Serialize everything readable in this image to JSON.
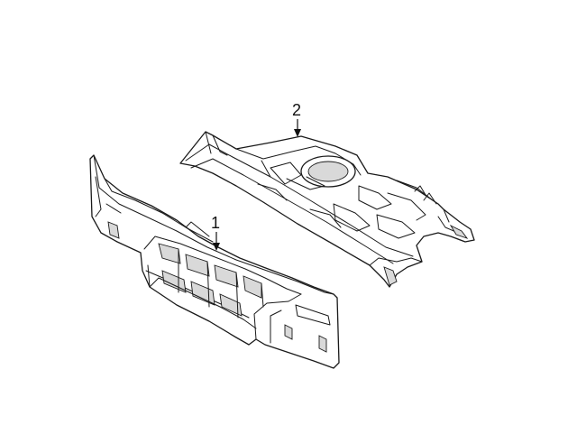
{
  "diagram": {
    "callouts": [
      {
        "label": "1",
        "part": "rear-body-panel"
      },
      {
        "label": "2",
        "part": "rear-shelf-panel"
      }
    ]
  }
}
